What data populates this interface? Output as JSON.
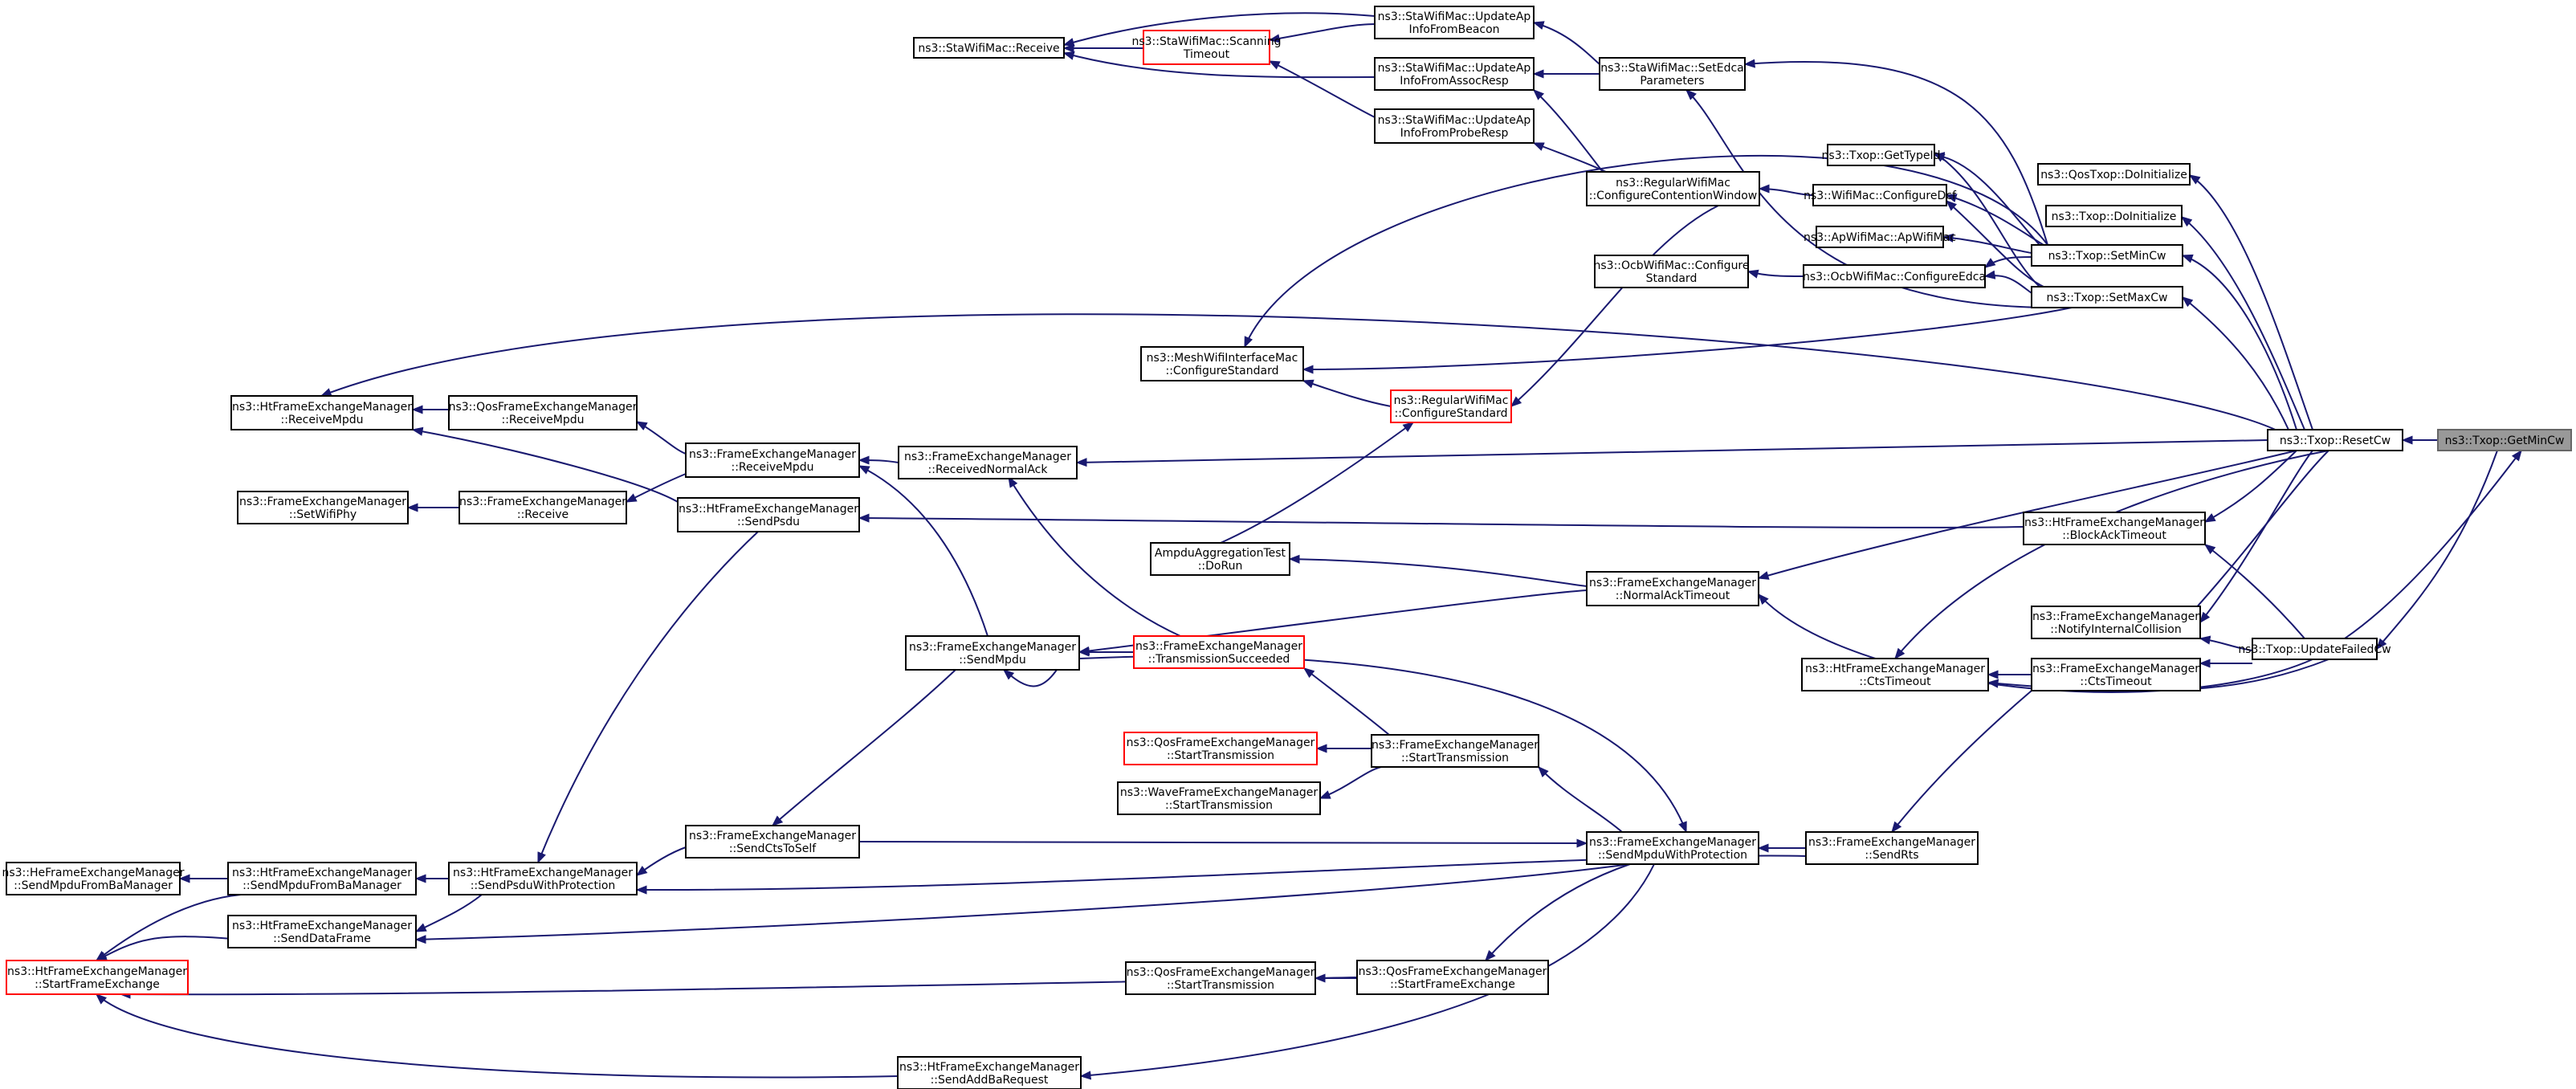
{
  "colors": {
    "edge": "#191970",
    "node_border": "#000000",
    "node_border_highlight": "#ff0000",
    "target_fill": "#999999",
    "target_border": "#666666",
    "background": "#ffffff"
  },
  "nodes": {
    "n1": {
      "lines": [
        "ns3::StaWifiMac::UpdateAp",
        "InfoFromBeacon"
      ]
    },
    "n2": {
      "lines": [
        "ns3::StaWifiMac::Receive"
      ]
    },
    "n3": {
      "lines": [
        "ns3::StaWifiMac::Scanning",
        "Timeout"
      ],
      "highlight": true
    },
    "n4": {
      "lines": [
        "ns3::StaWifiMac::UpdateAp",
        "InfoFromAssocResp"
      ]
    },
    "n5": {
      "lines": [
        "ns3::StaWifiMac::SetEdca",
        "Parameters"
      ]
    },
    "n6": {
      "lines": [
        "ns3::StaWifiMac::UpdateAp",
        "InfoFromProbeResp"
      ]
    },
    "n7": {
      "lines": [
        "ns3::Txop::GetTypeId"
      ]
    },
    "n8": {
      "lines": [
        "ns3::QosTxop::DoInitialize"
      ]
    },
    "n9": {
      "lines": [
        "ns3::RegularWifiMac",
        "::ConfigureContentionWindow"
      ]
    },
    "n10": {
      "lines": [
        "ns3::WifiMac::ConfigureDcf"
      ]
    },
    "n11": {
      "lines": [
        "ns3::Txop::DoInitialize"
      ]
    },
    "n12": {
      "lines": [
        "ns3::ApWifiMac::ApWifiMac"
      ]
    },
    "n13": {
      "lines": [
        "ns3::Txop::SetMinCw"
      ]
    },
    "n14": {
      "lines": [
        "ns3::OcbWifiMac::Configure",
        "Standard"
      ]
    },
    "n15": {
      "lines": [
        "ns3::OcbWifiMac::ConfigureEdca"
      ]
    },
    "n16": {
      "lines": [
        "ns3::Txop::SetMaxCw"
      ]
    },
    "n17": {
      "lines": [
        "ns3::MeshWifiInterfaceMac",
        "::ConfigureStandard"
      ]
    },
    "n18": {
      "lines": [
        "ns3::HtFrameExchangeManager",
        "::ReceiveMpdu"
      ]
    },
    "n19": {
      "lines": [
        "ns3::QosFrameExchangeManager",
        "::ReceiveMpdu"
      ]
    },
    "n20": {
      "lines": [
        "ns3::RegularWifiMac",
        "::ConfigureStandard"
      ],
      "highlight": true
    },
    "n21": {
      "lines": [
        "ns3::Txop::ResetCw"
      ]
    },
    "n22": {
      "lines": [
        "ns3::Txop::GetMinCw"
      ],
      "target": true
    },
    "n23": {
      "lines": [
        "ns3::FrameExchangeManager",
        "::ReceiveMpdu"
      ]
    },
    "n24": {
      "lines": [
        "ns3::FrameExchangeManager",
        "::ReceivedNormalAck"
      ]
    },
    "n25": {
      "lines": [
        "ns3::FrameExchangeManager",
        "::SetWifiPhy"
      ]
    },
    "n26": {
      "lines": [
        "ns3::FrameExchangeManager",
        "::Receive"
      ]
    },
    "n27": {
      "lines": [
        "ns3::HtFrameExchangeManager",
        "::SendPsdu"
      ]
    },
    "n28": {
      "lines": [
        "ns3::HtFrameExchangeManager",
        "::BlockAckTimeout"
      ]
    },
    "n29": {
      "lines": [
        "AmpduAggregationTest",
        "::DoRun"
      ]
    },
    "n30": {
      "lines": [
        "ns3::FrameExchangeManager",
        "::NormalAckTimeout"
      ]
    },
    "n31": {
      "lines": [
        "ns3::FrameExchangeManager",
        "::NotifyInternalCollision"
      ]
    },
    "n32": {
      "lines": [
        "ns3::FrameExchangeManager",
        "::SendMpdu"
      ]
    },
    "n33": {
      "lines": [
        "ns3::FrameExchangeManager",
        "::TransmissionSucceeded"
      ],
      "highlight": true
    },
    "n34": {
      "lines": [
        "ns3::Txop::UpdateFailedCw"
      ]
    },
    "n35": {
      "lines": [
        "ns3::HtFrameExchangeManager",
        "::CtsTimeout"
      ]
    },
    "n36": {
      "lines": [
        "ns3::FrameExchangeManager",
        "::CtsTimeout"
      ]
    },
    "n37": {
      "lines": [
        "ns3::QosFrameExchangeManager",
        "::StartTransmission"
      ],
      "highlight": true
    },
    "n38": {
      "lines": [
        "ns3::FrameExchangeManager",
        "::StartTransmission"
      ]
    },
    "n39": {
      "lines": [
        "ns3::WaveFrameExchangeManager",
        "::StartTransmission"
      ]
    },
    "n40": {
      "lines": [
        "ns3::FrameExchangeManager",
        "::SendCtsToSelf"
      ]
    },
    "n41": {
      "lines": [
        "ns3::FrameExchangeManager",
        "::SendMpduWithProtection"
      ]
    },
    "n42": {
      "lines": [
        "ns3::FrameExchangeManager",
        "::SendRts"
      ]
    },
    "n43": {
      "lines": [
        "ns3::HeFrameExchangeManager",
        "::SendMpduFromBaManager"
      ]
    },
    "n44": {
      "lines": [
        "ns3::HtFrameExchangeManager",
        "::SendMpduFromBaManager"
      ]
    },
    "n45": {
      "lines": [
        "ns3::HtFrameExchangeManager",
        "::SendPsduWithProtection"
      ]
    },
    "n46": {
      "lines": [
        "ns3::HtFrameExchangeManager",
        "::SendDataFrame"
      ]
    },
    "n47": {
      "lines": [
        "ns3::HtFrameExchangeManager",
        "::StartFrameExchange"
      ],
      "highlight": true
    },
    "n48": {
      "lines": [
        "ns3::QosFrameExchangeManager",
        "::StartTransmission"
      ]
    },
    "n49": {
      "lines": [
        "ns3::QosFrameExchangeManager",
        "::StartFrameExchange"
      ]
    },
    "n50": {
      "lines": [
        "ns3::HtFrameExchangeManager",
        "::SendAddBaRequest"
      ]
    }
  }
}
